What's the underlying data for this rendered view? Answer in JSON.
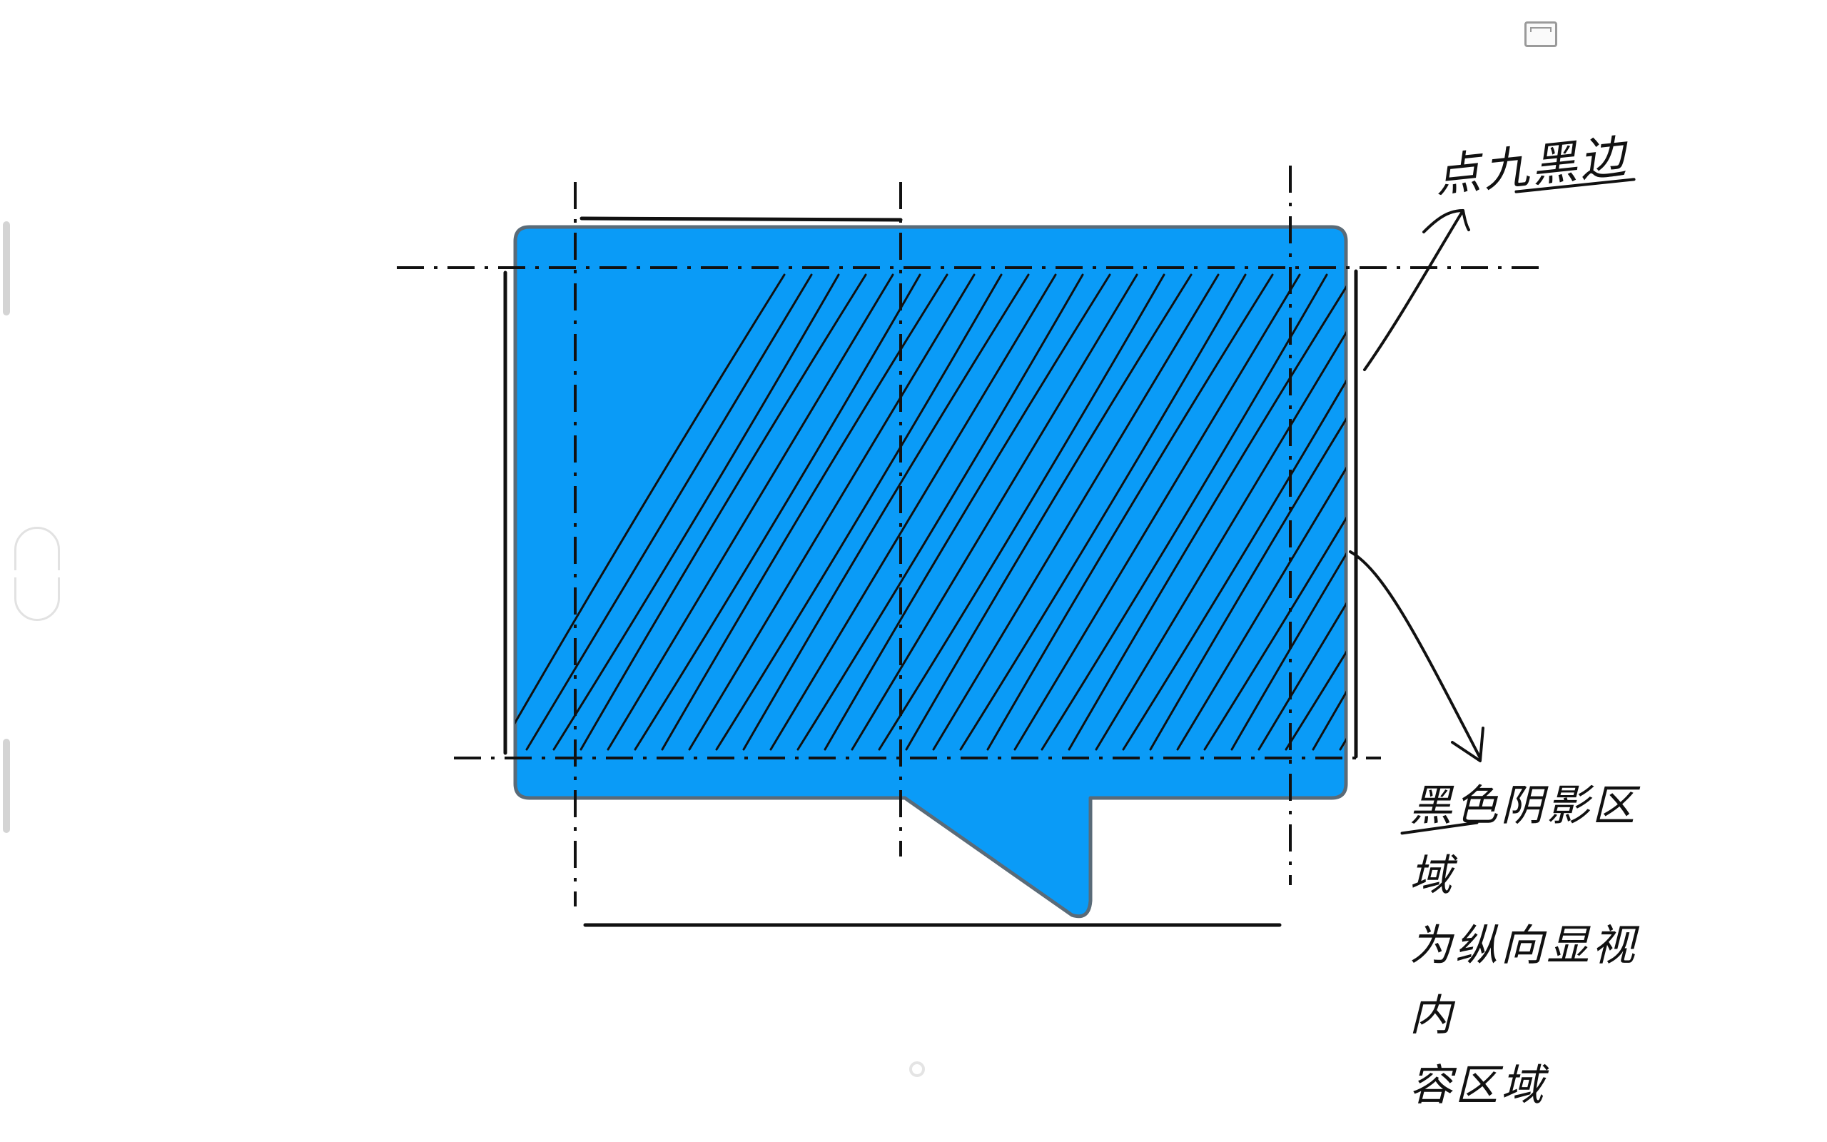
{
  "annotations": {
    "nine_patch_black_edge": "点九黑边",
    "content_area_lines": [
      "黑色阴影区域",
      "为纵向显视内",
      "容区域"
    ]
  },
  "colors": {
    "bubble_fill": "#0A9BF7",
    "bubble_outline": "#5A6B78",
    "ink": "#111111",
    "background": "#FFFFFF"
  },
  "icons": {
    "window_button": "window-toggle-icon",
    "home_indicator": "circle-icon",
    "side_pill": "side-handle-icon"
  }
}
